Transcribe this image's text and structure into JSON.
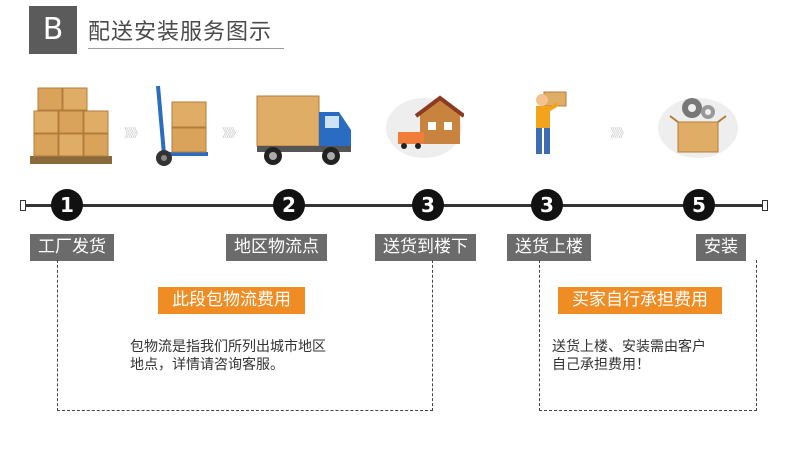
{
  "header": {
    "badge_letter": "B",
    "title": "配送安装服务图示"
  },
  "steps": [
    {
      "number": "1",
      "label": "工厂发货"
    },
    {
      "number": "2",
      "label": "地区物流点"
    },
    {
      "number": "3",
      "label": "送货到楼下"
    },
    {
      "number": "3",
      "label": "送货上楼"
    },
    {
      "number": "5",
      "label": "安装"
    }
  ],
  "notes": {
    "left": {
      "title": "此段包物流费用",
      "line1": "包物流是指我们所列出城市地区",
      "line2": "地点，详情请咨询客服。"
    },
    "right": {
      "title": "买家自行承担费用",
      "line1": "送货上楼、安装需由客户",
      "line2": "自己承担费用！"
    }
  },
  "connector": "》》》",
  "colors": {
    "badge": "#5b5b5b",
    "tag": "#6b6b6b",
    "accent": "#f08c24",
    "number_circle": "#111111"
  }
}
